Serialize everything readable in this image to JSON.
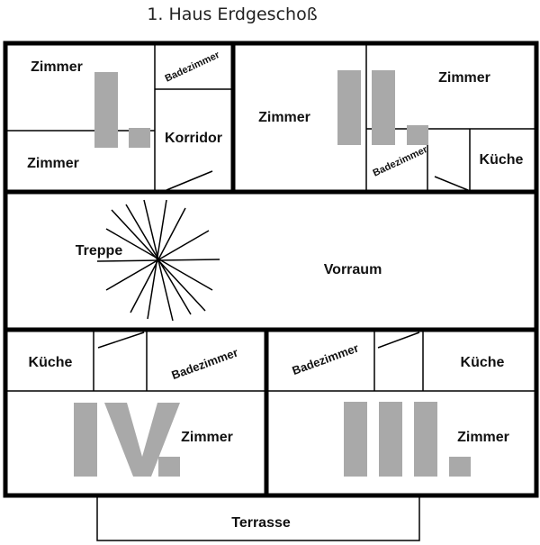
{
  "title": "1. Haus Erdgeschoß",
  "rooms": {
    "apt1": {
      "numeral": "I.",
      "zimmer_top": "Zimmer",
      "zimmer_bottom": "Zimmer",
      "badezimmer": "Badezimmer",
      "korridor": "Korridor"
    },
    "apt2": {
      "numeral": "II.",
      "zimmer_left": "Zimmer",
      "zimmer_right": "Zimmer",
      "badezimmer": "Badezimmer",
      "kueche": "Küche"
    },
    "hall": {
      "treppe": "Treppe",
      "vorraum": "Vorraum"
    },
    "apt4": {
      "numeral": "IV.",
      "kueche": "Küche",
      "badezimmer": "Badezimmer",
      "zimmer": "Zimmer"
    },
    "apt3": {
      "numeral": "III.",
      "badezimmer": "Badezimmer",
      "kueche": "Küche",
      "zimmer": "Zimmer"
    },
    "terrasse": "Terrasse"
  },
  "colors": {
    "wall": "#000000",
    "numeral": "#a9a9a9",
    "background": "#ffffff"
  }
}
